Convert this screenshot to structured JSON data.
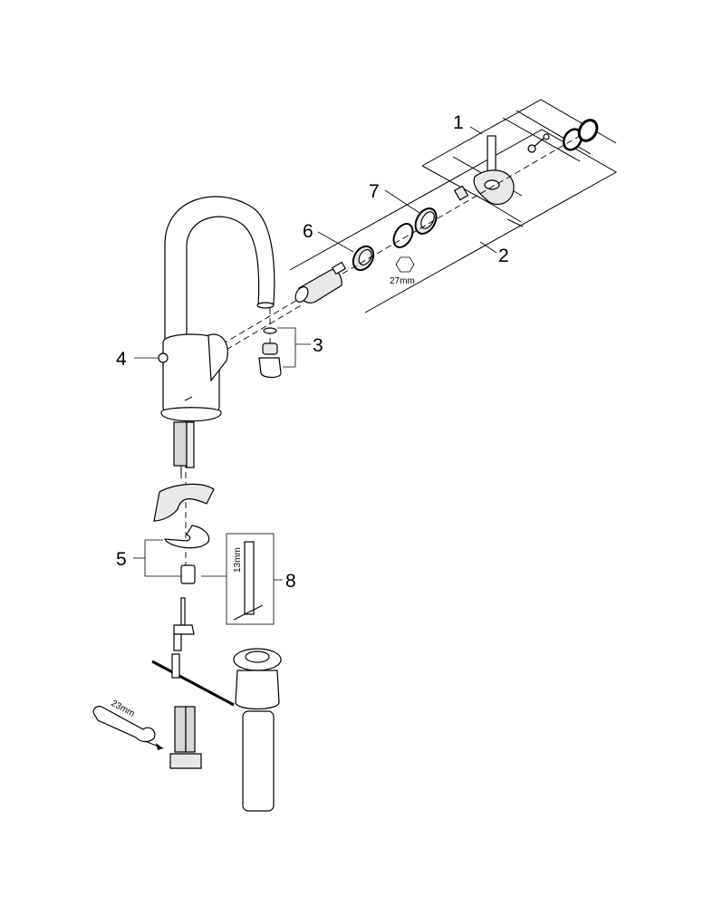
{
  "diagram": {
    "type": "exploded-parts-diagram",
    "subject": "single-lever basin mixer faucet with pop-up waste",
    "callouts": [
      {
        "id": "1",
        "label": "1"
      },
      {
        "id": "2",
        "label": "2"
      },
      {
        "id": "3",
        "label": "3"
      },
      {
        "id": "4",
        "label": "4"
      },
      {
        "id": "5",
        "label": "5"
      },
      {
        "id": "6",
        "label": "6"
      },
      {
        "id": "7",
        "label": "7"
      },
      {
        "id": "8",
        "label": "8"
      }
    ],
    "dimensions": {
      "hex_nut": "27mm",
      "tool_socket": "13mm",
      "wrench": "23mm"
    },
    "colors": {
      "line": "#000000",
      "background": "#ffffff",
      "shade": "#e8e8e8"
    }
  }
}
